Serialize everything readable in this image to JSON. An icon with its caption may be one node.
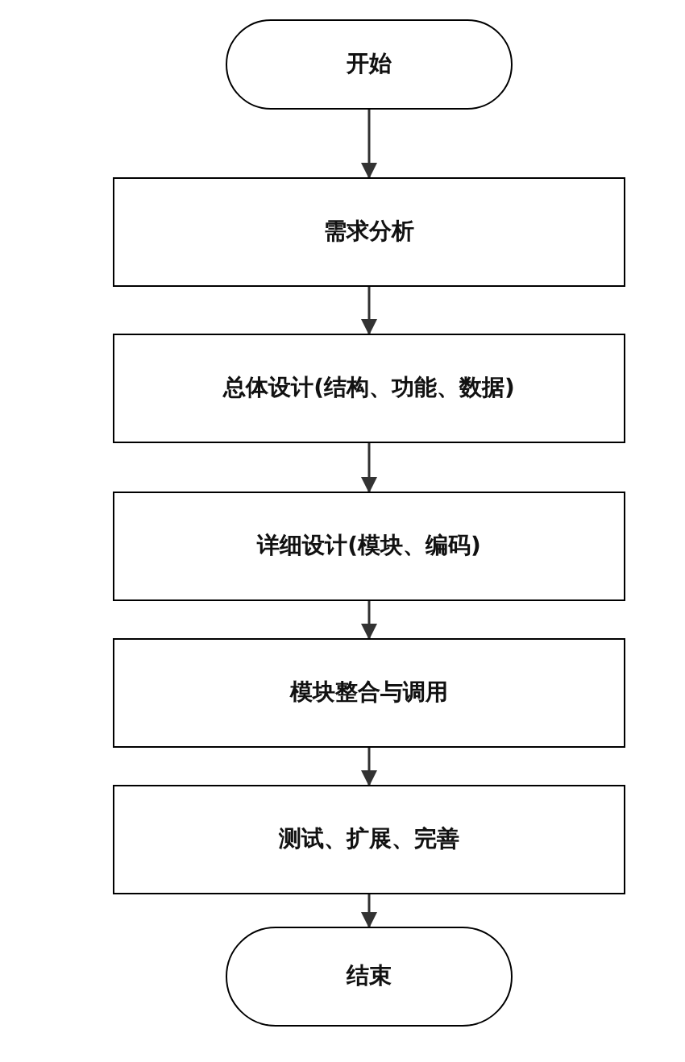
{
  "diagram": {
    "nodes": [
      {
        "text": [
          "开始"
        ]
      },
      {
        "text": [
          "需求分析"
        ]
      },
      {
        "text": [
          "总体设计(结构、功能、数据)"
        ]
      },
      {
        "text": [
          "详细设计(模块、编码)"
        ]
      },
      {
        "text": [
          "模块整合与调用"
        ]
      },
      {
        "text": [
          "测试、扩展、完善"
        ]
      },
      {
        "text": [
          "结束"
        ]
      }
    ],
    "edges": [
      {
        "from": 0,
        "to": 1,
        "arrow": "to"
      },
      {
        "from": 1,
        "to": 2,
        "arrow": "to"
      },
      {
        "from": 2,
        "to": 3,
        "arrow": "to"
      },
      {
        "from": 3,
        "to": 4,
        "arrow": "to"
      },
      {
        "from": 4,
        "to": 5,
        "arrow": "to"
      },
      {
        "from": 5,
        "to": 6,
        "arrow": "to"
      }
    ]
  }
}
